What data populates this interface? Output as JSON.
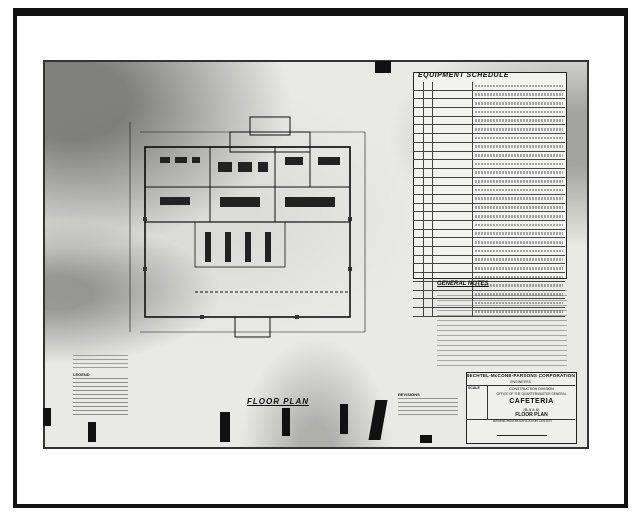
{
  "sheet": {
    "equipment_schedule_title": "EQUIPMENT SCHEDULE",
    "equipment_rows": 27,
    "general_notes_title": "GENERAL NOTES",
    "drawing_title": "FLOOR PLAN",
    "revisions_title": "REVISIONS",
    "legend_title": "LEGEND"
  },
  "title_block": {
    "company": "BECHTEL-McCONE-PARSONS CORPORATION",
    "engineers": "ENGINEERS",
    "division": "CONSTRUCTION DIVISION",
    "office": "OFFICE OF THE QUARTERMASTER GENERAL",
    "building_name": "CAFETERIA",
    "building_code": "(B-5 & 6)",
    "sheet_title": "FLOOR PLAN",
    "place": "BIRMINGHAM-MODIFICATION CENTER",
    "scale_label": "SCALE"
  }
}
